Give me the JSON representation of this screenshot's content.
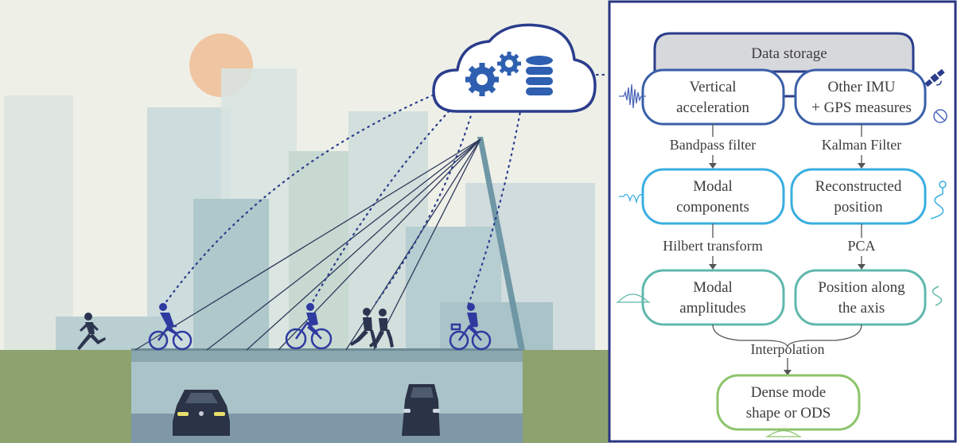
{
  "flowchart": {
    "storage": {
      "label": "Data storage"
    },
    "left_column": [
      {
        "lines": [
          "Vertical",
          "acceleration"
        ],
        "color": "#3a5fa8"
      },
      {
        "lines": [
          "Modal",
          "components"
        ],
        "color": "#39aee0"
      },
      {
        "lines": [
          "Modal",
          "amplitudes"
        ],
        "color": "#5fb8ad"
      }
    ],
    "right_column": [
      {
        "lines": [
          "Other IMU",
          "+ GPS measures"
        ],
        "color": "#3a5fa8"
      },
      {
        "lines": [
          "Reconstructed",
          "position"
        ],
        "color": "#39aee0"
      },
      {
        "lines": [
          "Position along",
          "the axis"
        ],
        "color": "#5fb8ad"
      }
    ],
    "left_steps": [
      "Bandpass filter",
      "Hilbert transform"
    ],
    "right_steps": [
      "Kalman Filter",
      "PCA"
    ],
    "merge_step": "Interpolation",
    "output": {
      "lines": [
        "Dense mode",
        "shape or ODS"
      ],
      "color": "#8cc46a"
    },
    "panel_border_color": "#2a3580"
  },
  "scene": {
    "cloud_icons": [
      "gear-icon",
      "gear-icon",
      "database-icon"
    ],
    "people": [
      "runner",
      "cyclist",
      "cyclist",
      "runner",
      "runner",
      "cyclist"
    ],
    "vehicles": [
      "car",
      "pickup-truck"
    ]
  }
}
